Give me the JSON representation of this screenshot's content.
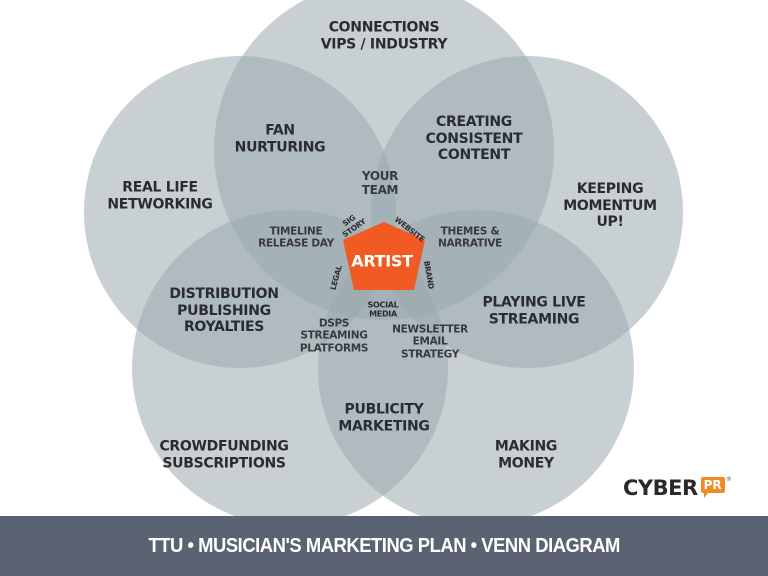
{
  "colors": {
    "circle_fill": "#c3ced3",
    "overlap_shade": "#9aa3a6",
    "artist_pentagon": "#f15a22",
    "footer_bg": "#5b6373",
    "text": "#2c2b33",
    "logo_accent": "#f08a24"
  },
  "circles": {
    "top": {
      "label": "CONNECTIONS\nVIPS / INDUSTRY"
    },
    "left": {
      "label": "REAL LIFE\nNETWORKING"
    },
    "right": {
      "label": "KEEPING\nMOMENTUM\nUP!"
    },
    "bottom_left": {
      "label": "CROWDFUNDING\nSUBSCRIPTIONS"
    },
    "bottom_right": {
      "label": "MAKING\nMONEY"
    }
  },
  "overlaps": {
    "top_left": "FAN\nNURTURING",
    "top_right": "CREATING\nCONSISTENT\nCONTENT",
    "left_bottomleft": "DISTRIBUTION\nPUBLISHING\nROYALTIES",
    "right_bottomright": "PLAYING LIVE\nSTREAMING",
    "bottom_pair": "PUBLICITY\nMARKETING",
    "your_team": "YOUR\nTEAM",
    "timeline": "TIMELINE\nRELEASE DAY",
    "themes": "THEMES &\nNARRATIVE",
    "dsps": "DSPS\nSTREAMING\nPLATFORMS",
    "newsletter": "NEWSLETTER\nEMAIL\nSTRATEGY"
  },
  "inner_ring": {
    "sig_story": "SIG\nSTORY",
    "website": "WEBSITE",
    "brand": "BRAND",
    "social_media": "SOCIAL\nMEDIA",
    "legal": "LEGAL"
  },
  "center": {
    "label": "ARTIST"
  },
  "logo": {
    "text": "CYBER",
    "badge": "PR",
    "registered": "®"
  },
  "footer": {
    "title": "TTU • MUSICIAN'S MARKETING PLAN  • VENN DIAGRAM"
  }
}
